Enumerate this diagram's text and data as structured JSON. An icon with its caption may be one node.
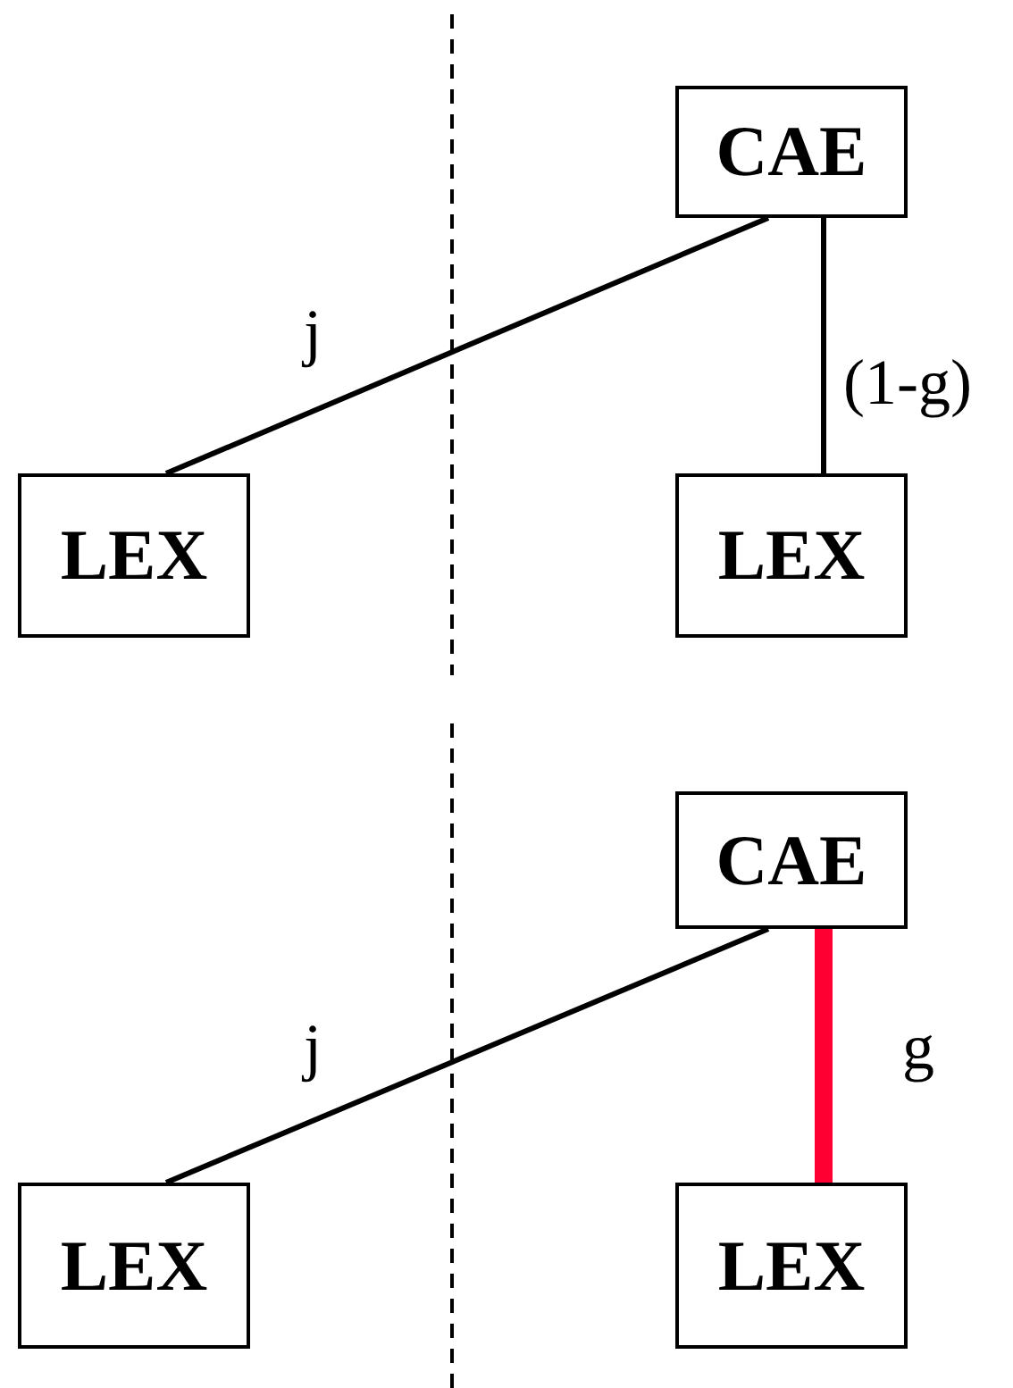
{
  "diagram": {
    "nodes": [
      {
        "text": [
          "CAE"
        ]
      },
      {
        "text": [
          "LEX"
        ]
      },
      {
        "text": [
          "LEX"
        ]
      },
      {
        "text": [
          "CAE"
        ]
      },
      {
        "text": [
          "LEX"
        ]
      },
      {
        "text": [
          "LEX"
        ]
      }
    ],
    "edges": [
      {
        "from": 0,
        "to": 1,
        "arrow": "none",
        "label": "j"
      },
      {
        "from": 0,
        "to": 2,
        "arrow": "none",
        "label": "(1-g)"
      },
      {
        "from": 3,
        "to": 4,
        "arrow": "none",
        "label": "j"
      },
      {
        "from": 3,
        "to": 5,
        "arrow": "none",
        "label": "g",
        "style": "thick",
        "color": "#ff0033"
      }
    ]
  }
}
